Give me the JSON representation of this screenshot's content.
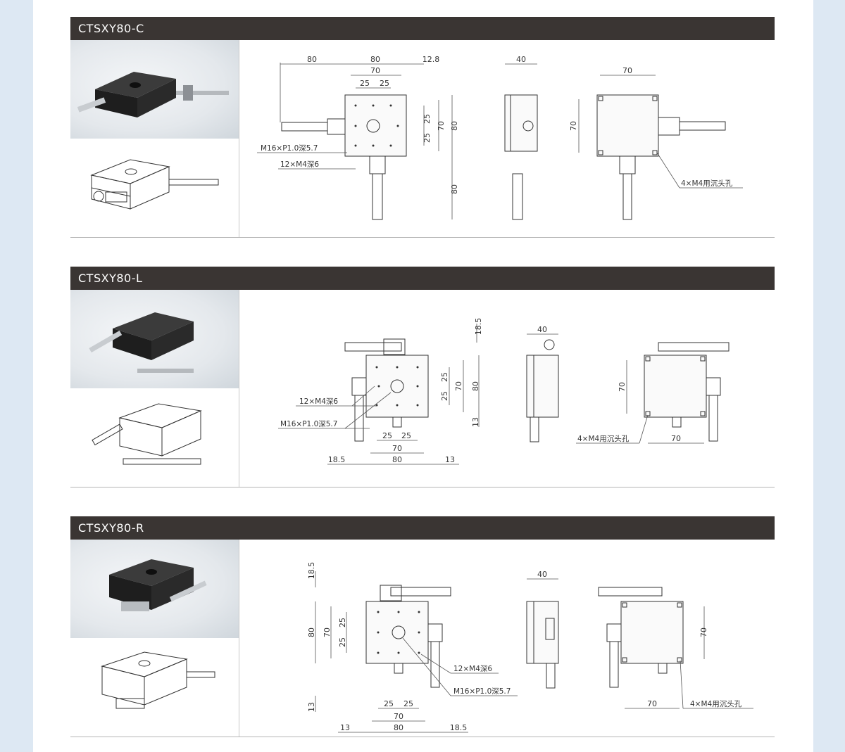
{
  "sections": [
    {
      "title": "CTSXY80-C",
      "dims": {
        "left": "80",
        "center": "80",
        "right": "12.8",
        "inner70": "70",
        "p25a": "25",
        "p25b": "25",
        "v25a": "25",
        "v25b": "25",
        "v70": "70",
        "v80": "80",
        "bottom80": "80",
        "side40": "40",
        "back70top": "70",
        "back70left": "70"
      },
      "notes": {
        "thread": "M16×P1.0深5.7",
        "holes": "12×M4深6",
        "counter": "4×M4用沉头孔"
      }
    },
    {
      "title": "CTSXY80-L",
      "dims": {
        "top18": "18.5",
        "v25a": "25",
        "v25b": "25",
        "v70": "70",
        "v80": "80",
        "b13": "13",
        "h25a": "25",
        "h25b": "25",
        "h70": "70",
        "bl": "18.5",
        "b80": "80",
        "br": "13",
        "side40": "40",
        "back70left": "70",
        "back70bot": "70"
      },
      "notes": {
        "holes": "12×M4深6",
        "thread": "M16×P1.0深5.7",
        "counter": "4×M4用沉头孔"
      }
    },
    {
      "title": "CTSXY80-R",
      "dims": {
        "top18": "18.5",
        "v80": "80",
        "v70": "70",
        "v25a": "25",
        "v25b": "25",
        "b13": "13",
        "h25a": "25",
        "h25b": "25",
        "h70": "70",
        "bl": "13",
        "b80": "80",
        "br": "18.5",
        "side40": "40",
        "back70right": "70",
        "back70bot": "70"
      },
      "notes": {
        "holes": "12×M4深6",
        "thread": "M16×P1.0深5.7",
        "counter": "4×M4用沉头孔"
      }
    }
  ]
}
